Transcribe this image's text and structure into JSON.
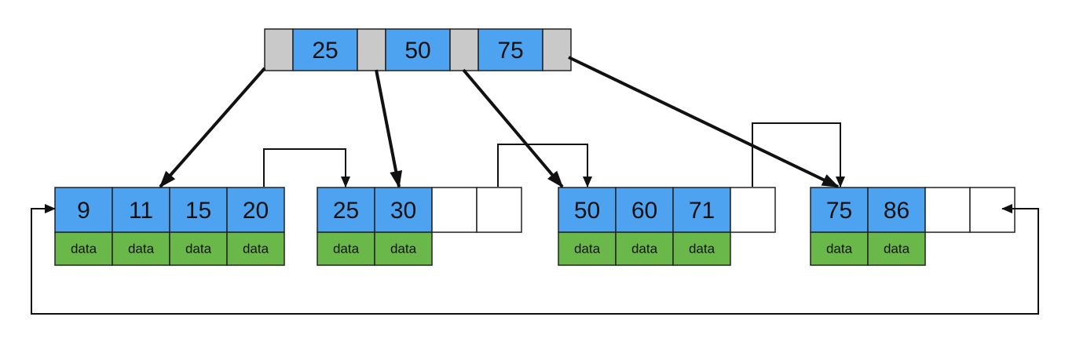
{
  "colors": {
    "key_fill": "#4da3f0",
    "pointer_fill": "#c9c9c9",
    "data_fill": "#6ab84a",
    "empty_fill": "#ffffff",
    "stroke": "#222222"
  },
  "root": {
    "keys": [
      "25",
      "50",
      "75"
    ]
  },
  "leaves": [
    {
      "keys": [
        "9",
        "11",
        "15",
        "20"
      ],
      "data": [
        "data",
        "data",
        "data",
        "data"
      ],
      "empty_slots": 0
    },
    {
      "keys": [
        "25",
        "30"
      ],
      "data": [
        "data",
        "data"
      ],
      "empty_slots": 2
    },
    {
      "keys": [
        "50",
        "60",
        "71"
      ],
      "data": [
        "data",
        "data",
        "data"
      ],
      "empty_slots": 1
    },
    {
      "keys": [
        "75",
        "86"
      ],
      "data": [
        "data",
        "data"
      ],
      "empty_slots": 2
    }
  ]
}
